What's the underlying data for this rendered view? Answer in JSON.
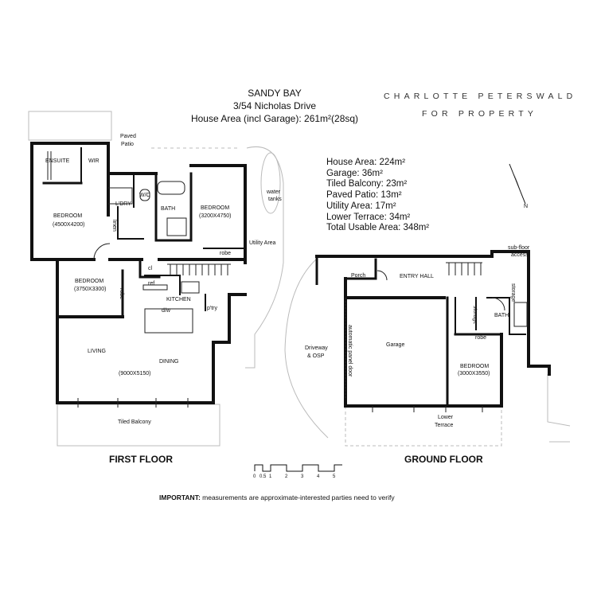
{
  "header": {
    "suburb": "SANDY BAY",
    "address": "3/54 Nicholas Drive",
    "house_area": "House Area (incl Garage): 261m²(28sq)"
  },
  "brand": {
    "line1": "CHARLOTTE PETERSWALD",
    "line2": "FOR PROPERTY"
  },
  "areas": [
    "House Area: 224m²",
    "Garage: 36m²",
    "Tiled Balcony: 23m²",
    "Paved Patio: 13m²",
    "Utility Area: 17m²",
    "Lower Terrace: 34m²",
    "Total Usable Area: 348m²"
  ],
  "compass": {
    "label": "N"
  },
  "first_floor": {
    "title": "FIRST FLOOR",
    "paved_patio_1": "Paved",
    "paved_patio_2": "Patio",
    "ensuite": "ENSUITE",
    "wir": "WIR",
    "bedroom1": "BEDROOM",
    "bedroom1_size": "(4500X4200)",
    "ldry": "L'DRY",
    "linen": "linen",
    "wc": "W/C",
    "bath": "BATH",
    "bedroom2": "BEDROOM",
    "bedroom2_size": "(3200X4750)",
    "water_tanks_1": "water",
    "water_tanks_2": "tanks",
    "utility_area": "Utility Area",
    "robe": "robe",
    "cl": "cl",
    "bedroom3": "BEDROOM",
    "bedroom3_size": "(3750X3300)",
    "robe3": "robe",
    "ref": "ref",
    "kitchen": "KITCHEN",
    "dw": "d/w",
    "ptry": "p'try",
    "living": "LIVING",
    "dining": "DINING",
    "living_size": "(9000X5150)",
    "tiled_balcony": "Tiled Balcony"
  },
  "ground_floor": {
    "title": "GROUND FLOOR",
    "sub_floor_1": "sub-floor",
    "sub_floor_2": "access",
    "porch": "Porch",
    "entry_hall": "ENTRY HALL",
    "storage": "storage",
    "storage2": "storage",
    "bath": "BATH",
    "driveway_1": "Driveway",
    "driveway_2": "& OSP",
    "panel_door": "automatic panel door",
    "garage": "Garage",
    "robe": "robe",
    "bedroom": "BEDROOM",
    "bedroom_size": "(3000X3550)",
    "lower_terrace_1": "Lower",
    "lower_terrace_2": "Terrace"
  },
  "scale": {
    "labels": [
      "0",
      "0.5",
      "1",
      "2",
      "3",
      "4",
      "5"
    ]
  },
  "note": {
    "bold": "IMPORTANT:",
    "text": " measurements are approximate-interested parties need to verify"
  }
}
